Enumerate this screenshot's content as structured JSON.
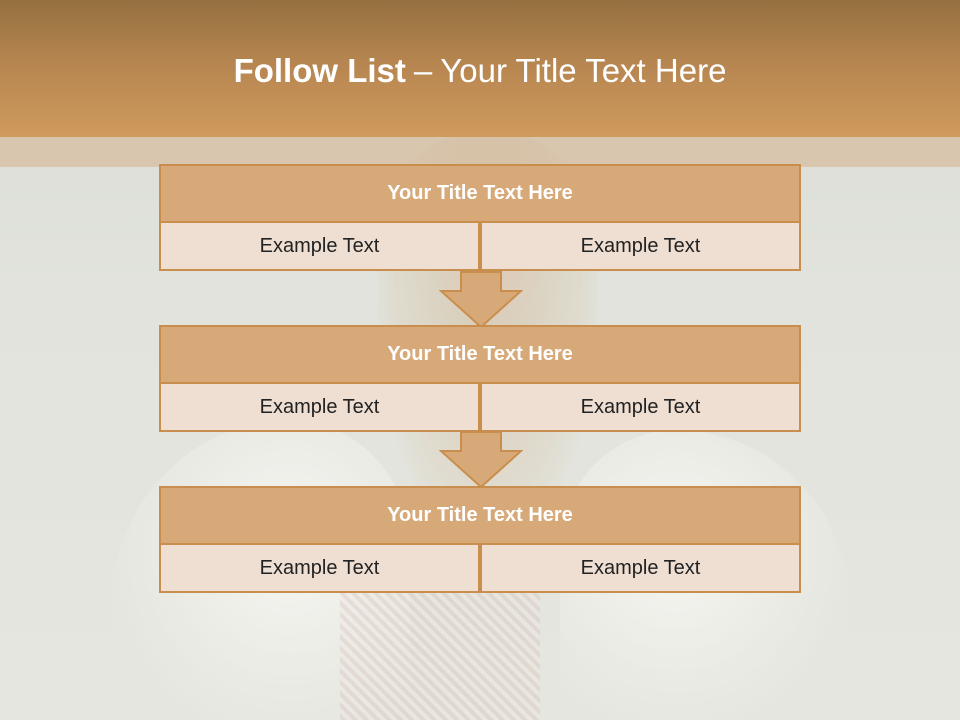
{
  "header": {
    "title_bold": "Follow List",
    "title_separator": "–",
    "title_rest": "Your Title Text Here"
  },
  "colors": {
    "header_brown": "#b68550",
    "block_title_fill": "#d7a979",
    "cell_fill": "#efdfd3",
    "border": "#c98e4d"
  },
  "blocks": [
    {
      "title": "Your Title Text Here",
      "left": "Example Text",
      "right": "Example Text"
    },
    {
      "title": "Your Title Text Here",
      "left": "Example Text",
      "right": "Example Text"
    },
    {
      "title": "Your Title Text Here",
      "left": "Example Text",
      "right": "Example Text"
    }
  ]
}
